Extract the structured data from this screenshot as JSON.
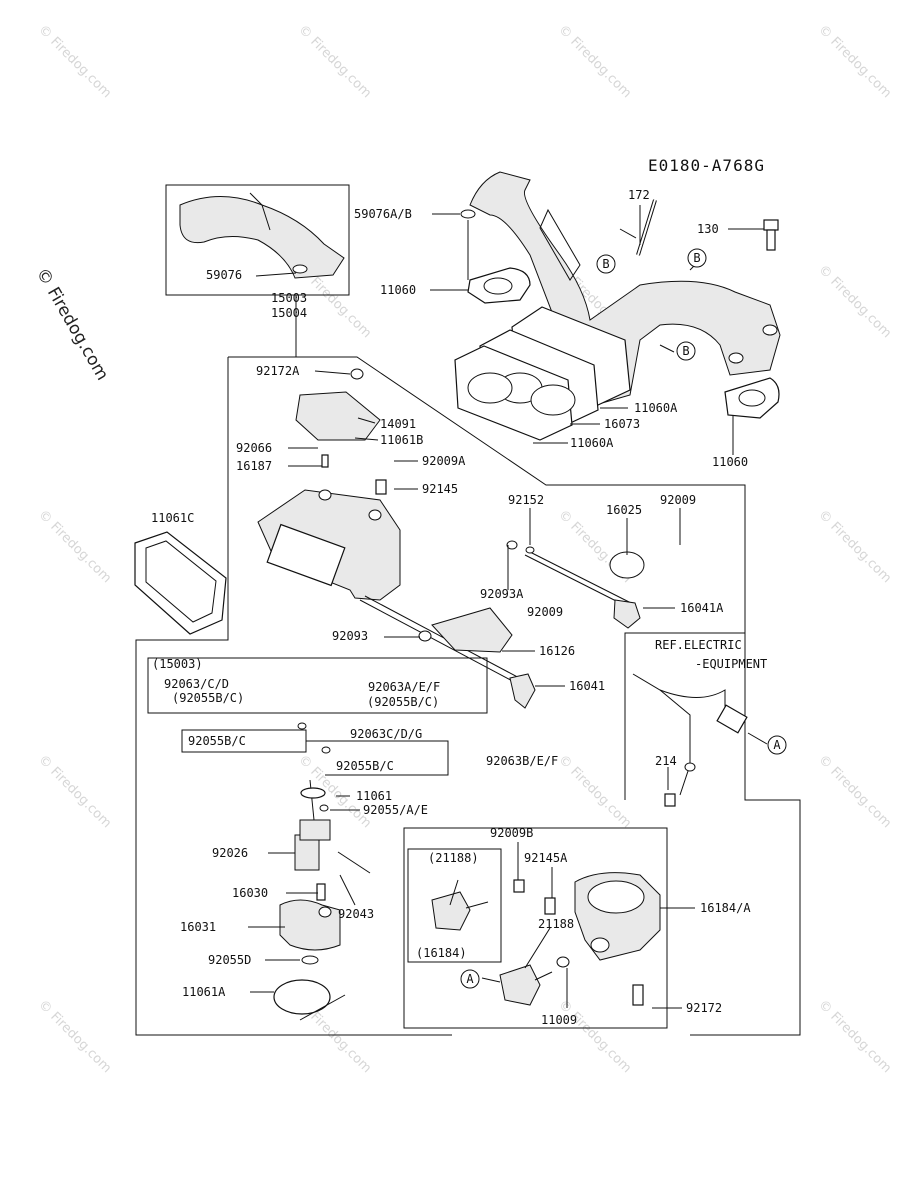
{
  "diagram": {
    "code": "E0180-A768G",
    "copyright": "© Firedog.com",
    "watermark": "© Firedog.com",
    "ref_label_1": "REF.ELECTRIC",
    "ref_label_2": "-EQUIPMENT",
    "parts": [
      "59076A/B",
      "172",
      "130",
      "11060",
      "59076",
      "15003",
      "15004",
      "11060A",
      "16073",
      "11060A",
      "11060",
      "92172A",
      "14091",
      "11061B",
      "92066",
      "16187",
      "92009A",
      "92145",
      "11061C",
      "92152",
      "92009",
      "16025",
      "92093A",
      "92009",
      "16041A",
      "92093",
      "16126",
      "(15003)",
      "92063/C/D",
      "92063A/E/F",
      "(92055B/C)",
      "(92055B/C)",
      "16041",
      "214",
      "92055B/C",
      "92063C/D/G",
      "92063B/E/F",
      "92055B/C",
      "11061",
      "92055/A/E",
      "92026",
      "92009B",
      "(21188)",
      "92145A",
      "16184/A",
      "16030",
      "92043",
      "21188",
      "16031",
      "(16184)",
      "92055D",
      "11061A",
      "11009",
      "92172"
    ],
    "callouts": [
      "B",
      "B",
      "B",
      "A",
      "A"
    ]
  }
}
